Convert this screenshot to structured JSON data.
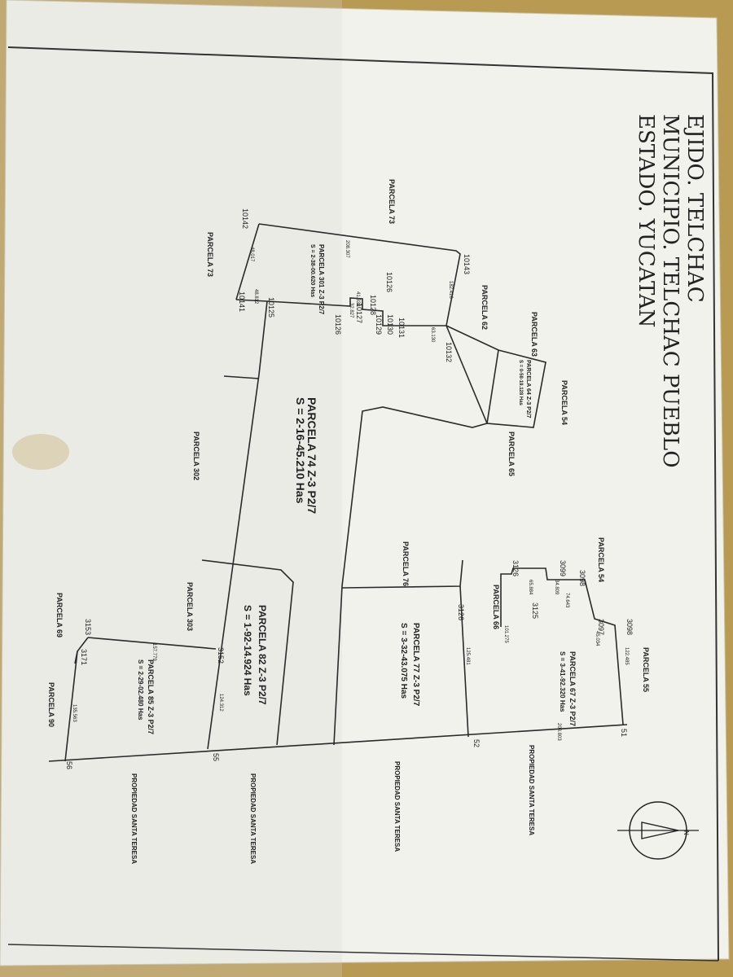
{
  "header": {
    "line1": "EJIDO. TELCHAC",
    "line2": "MUNICIPIO. TELCHAC PUEBLO",
    "line3": "ESTADO. YUCATAN"
  },
  "north_arrow": {
    "label": "N"
  },
  "parcels": {
    "p74_name": "PARCELA 74 Z-3 P2/7",
    "p74_area": "S = 2-16-45.210 Has",
    "p82_name": "PARCELA 82 Z-3 P2/7",
    "p82_area": "S = 1-92-14.924 Has",
    "p77_name": "PARCELA 77 Z-3 P2/7",
    "p77_area": "S = 3-32-43.075 Has",
    "p67_name": "PARCELA 67 Z-3 P2/7",
    "p67_area": "S = 3-41-92.320 Has",
    "p85_name": "PARCELA 85 Z-3 P2/7",
    "p85_area": "S = 2-29-02.480 Has",
    "p301_name": "PARCELA 301 Z-3 P2/7",
    "p301_area": "S = 2-38-00.620 Has",
    "p64_name": "PARCELA 64 Z-3 P2/7",
    "p64_area": "S = 0-58-19.128 Has"
  },
  "neighbors": {
    "p73a": "PARCELA 73",
    "p73b": "PARCELA 73",
    "p62": "PARCELA 62",
    "p63": "PARCELA 63",
    "p54a": "PARCELA 54",
    "p54b": "PARCELA 54",
    "p65": "PARCELA 65",
    "p302": "PARCELA 302",
    "p303": "PARCELA 303",
    "p76": "PARCELA 76",
    "p66": "PARCELA 66",
    "p55": "PARCELA 55",
    "p69": "PARCELA 69",
    "p90": "PARCELA 90",
    "prop1": "PROPIEDAD SANTA TERESA",
    "prop2": "PROPIEDAD SANTA TERESA",
    "prop3": "PROPIEDAD SANTA TERESA",
    "prop4": "PROPIEDAD SANTA TERESA"
  },
  "vertices": {
    "v10142": "10142",
    "v10143": "10143",
    "v10141": "10141",
    "v10125": "10125",
    "v10126a": "10126",
    "v10126b": "10126",
    "v10127": "10127",
    "v10128": "10128",
    "v10129": "10129",
    "v10130": "10130",
    "v10131": "10131",
    "v10132": "10132",
    "v3126a": "3126",
    "v3126b": "3126",
    "v3125": "3125",
    "v3099": "3099",
    "v3098a": "3098",
    "v3098b": "3098",
    "v3097": "3097",
    "v3152": "3152",
    "v3153": "3153",
    "v3171": "3171",
    "v51": "51",
    "v52": "52",
    "v55": "55",
    "v56": "56"
  },
  "distances": {
    "d1": "208.307",
    "d2": "48.812",
    "d3": "48.017",
    "d4": "182.416",
    "d5": "63.130",
    "d6": "34.809",
    "d7": "74.643",
    "d8": "65.884",
    "d9": "45.034",
    "d10": "122.485",
    "d11": "101.275",
    "d12": "125.481",
    "d13": "208.803",
    "d14": "157.779",
    "d15": "124.312",
    "d16": "135.563",
    "d17": "41.330",
    "d18": "32.827"
  }
}
